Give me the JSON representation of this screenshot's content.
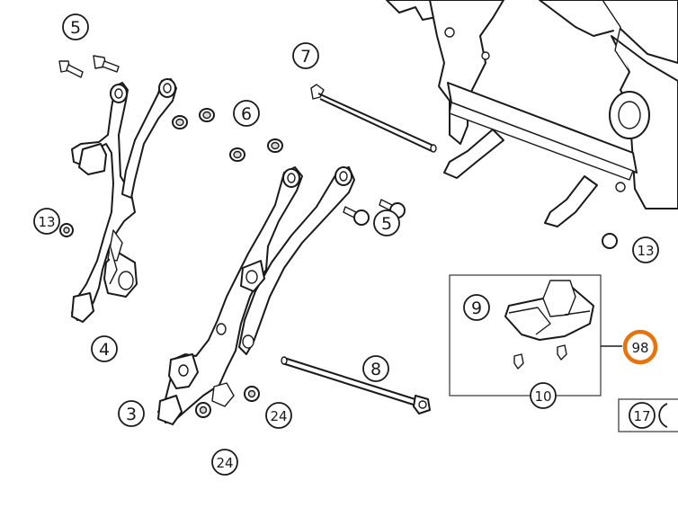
{
  "callouts": [
    {
      "id": "c5a",
      "label": "5"
    },
    {
      "id": "c7",
      "label": "7"
    },
    {
      "id": "c6",
      "label": "6"
    },
    {
      "id": "c13a",
      "label": "13"
    },
    {
      "id": "c5b",
      "label": "5"
    },
    {
      "id": "c13b",
      "label": "13"
    },
    {
      "id": "c4",
      "label": "4"
    },
    {
      "id": "c9",
      "label": "9"
    },
    {
      "id": "c98",
      "label": "98",
      "highlight": "#e8720c"
    },
    {
      "id": "c8",
      "label": "8"
    },
    {
      "id": "c3",
      "label": "3"
    },
    {
      "id": "c10",
      "label": "10"
    },
    {
      "id": "c24a",
      "label": "24"
    },
    {
      "id": "c24b",
      "label": "24"
    },
    {
      "id": "c17",
      "label": "17"
    }
  ],
  "colors": {
    "highlight_ring": "#e8720c",
    "line": "#1a1a1a"
  }
}
